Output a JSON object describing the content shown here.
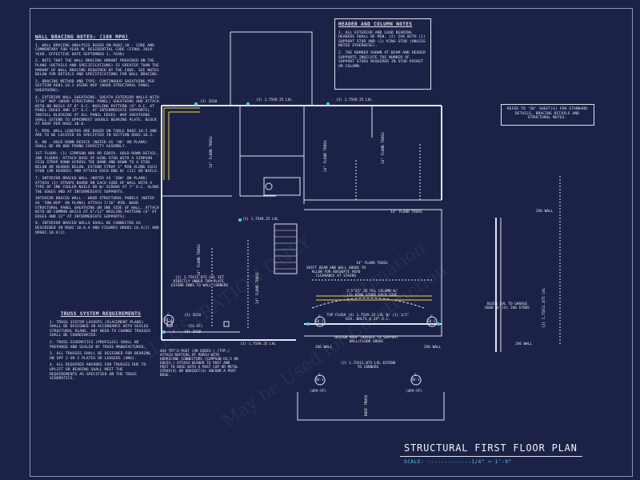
{
  "wall_bracing": {
    "title": "WALL BRACING NOTES: (180 MPH)",
    "notes": [
      "1. WALL BRACING ANALYSIS BASED ON R602.10 - CODE AND COMMENTARY FOR YEAR NC RESIDENTIAL CODE (FINAL 2018-YEAR. EFFECTIVE DATE SEPTEMBER 1, YEAR)",
      "2. NOTE THAT THE WALL BRACING AMOUNT PROVIDED ON THE PLANS (DETAILS AND SPECIFICATIONS) IS GREATER THAN THE AMOUNT OF WALL BRACING REQUIRED BY THE CODE. SEE NOTES BELOW FOR DETAILS AND SPECIFICATIONS FOR WALL BRACING.",
      "3. BRACING METHOD AND TYPE: CONTINUOUS SHEATHING PER SECTION R602.10.3 USING WSP (WOOD STRUCTURAL PANEL SHEATHING).",
      "4. EXTERIOR WALL SHEATHING: SHEATH EXTERIOR WALLS WITH 7/16\" WSP (WOOD STRUCTURAL PANEL) SHEATHING AND ATTACH WITH 8d NAILS AT 6\" O.C. NAILING PATTERN (6\" O.C. AT PANEL EDGES AND 12\" O.C. AT INTERMEDIATE SUPPORTS). INSTALL BLOCKING AT ALL PANEL EDGES. WSP SHEATHING SHALL EXTEND TO UPPERMOST DOUBLE BEARING PLATE. BLOCK AT ROOF PER R602.10.8.",
      "5. MIN. WALL LENGTHS ARE BASED ON TABLE R602.10.5 AND ARE TO BE LOCATED AS SPECIFIED IN SECTION R602.10.2.",
      "6. HD - HOLD DOWN DEVICE (NOTED AS 'HD' ON PLANS) SHALL BE AN 800 POUND CAPACITY ASSEMBLY.",
      "1ST FLOOR: (1) SIMPSON HDU OR EQUIV. HOLD-DOWN DETAIL, 2ND FLOORS: ATTACH BASE OF KING STUD WITH A SIMPSON CS16 STRAP DOWN ACROSS THE BAND AND DOWN TO A STUD BELOW OR HEADER BELOW. EXTEND STRAP 1\" MIN ALONG EACH STUD (OR HEADER) AND ATTACH EACH END W/ (11) 8d NAILS.",
      "7. INTERIOR BRACED WALL (NOTED AS 'IBW' ON PLANS) ATTACH (2) STRAPS BOARD ON EACH SIDE OF WALL WITH A TYPE OF INK COOLER NAILS OR W/ SCREWS AT 7\" O.C. ALONG THE EDGES AND AT INTERMEDIATE SUPPORTS.",
      "INTERIOR BRACED WALL - WOOD STRUCTURAL PANELS (NOTED AS 'IBW-WSP' ON PLANS) ATTACH 7/16\" MIN. WOOD STRUCTURAL PANEL SHEATHING ON ONE SIDE OF WALL. ATTACH WITH 8d COMMON NAILS AT 6\"/12\" NAILING PATTERN (6\" AT EDGES AND 12\" AT INTERMEDIATE SUPPORTS).",
      "8. INTERIOR BRACED WALLS SHALL BE CONNECTED AS DESCRIBED IN R602.10.8.4 AND FIGURES OR602.10.4(1) AND OR602.10.4(2)."
    ]
  },
  "header_column": {
    "title": "HEADER AND COLUMN NOTES",
    "notes": [
      "1. ALL EXTERIOR AND LOAD BEARING HEADERS SHALL BE MIN. (2) 2x6 WITH (1) SUPPORT STUD AND (1) KING STUD (UNLESS NOTED OTHERWISE).",
      "2. THE NUMBER SHOWN AT BEAM AND HEADER SUPPORTS INDICATE THE NUMBER OF SUPPORT STUDS REQUIRED IN STUD POCKET OR COLUMN."
    ]
  },
  "refer_note": "REFER TO 'SD' SHEET(S) FOR STANDARD DETAILS, BRACING DETAILS AND STRUCTURAL NOTES.",
  "truss": {
    "title": "TRUSS SYSTEM REQUIREMENTS",
    "notes": [
      "1. TRUSS SYSTEM LAYOUTS (PLACEMENT PLANS) SHALL BE DESIGNED IN ACCORDANCE WITH SEALED STRUCTURAL PLANS. ANY NEED TO CHANGE TRUSSES SHALL BE COORDINATED.",
      "2. TRUSS SCHEMATICS (PROFILES) SHALL BE PREPARED AND SEALED BY TRUSS MANUFACTURER.",
      "3. ALL TRUSSES SHALL BE DESIGNED FOR BEARING ON SPF 2 OR 2 PLATES OR LEDGERS (UNO).",
      "4. ALL REQUIRED ANCHORS FOR TRUSSES DUE TO UPLIFT OR BEARING SHALL MEET THE REQUIREMENTS AS SPECIFIED ON THE TRUSS SCHEMATICS."
    ]
  },
  "plan_labels": {
    "lvl_top_left": "(2) 1.75x9.25 LVL",
    "lvl_top_right": "(2) 1.75x9.25 LVL",
    "two_2x10": "(2) 2x10",
    "floor_truss_1": "14\" FLOOR TRUSS",
    "floor_truss_2": "14\" FLOOR TRUSS",
    "floor_truss_3": "14\" FLOOR TRUSS",
    "floor_truss_4": "14\" FLOOR TRUSS",
    "floor_truss_5": "14\" FLOOR TRUSS",
    "floor_truss_right": "14\" FLOOR TRUSS",
    "floor_truss_mid": "14\" FLOOR TRUSS",
    "lvl_mid": "(2) 1.75x9.25 LVL",
    "lvl_left_note": "(2) 1.75x11.875 LVL SET DIRECTLY UNDER TOP PLATE. EXTEND ENDS TO WALL CORNERS",
    "shift_beam": "SHIFT BEAM AND WALL ABOVE TO ALLOW FOR ADEQUATE HEAD CLEARANCE AT STAIRS",
    "two_2x10_b": "(2) 2x10",
    "cs_ff": "(CS-FF)",
    "two_2x10_c": "(2) 2x10",
    "lvl_bottom_left": "(2) 1.75x9.25 LVL",
    "column": "3.5\"x3\" DE PSL COLUMN W/ (1) KING STUDS EACH SIDE",
    "top_flush": "TOP FLUSH (4) 1.75x9.25 LVL W/ (1) 1/2\" DIA. BOLTS @ 24\" O.C.",
    "lvl_bottom_right": "(2) 1.75x11.875 LVL EXTEND TO CORNERS",
    "design_roof": "DESIGN ROOF TRUSSES TO SUPPORT WALL/FLOOR ABOVE",
    "post_note": "4x4 TRT'D POST (OR EQUIV.) (TYP.) ATTACH RAFTERS AT PORCH WITH HURRICANE CONNECTORS (SIMPSON H2.5 OR EQUIV.) ATTACH HEADER TO POST AND POST TO BASE WITH A POST CAP OR METAL STRAP(S) OR BRACKET(S) ANCHOR A POST BASE.",
    "two_2x6_wall_a": "2x6 WALL",
    "two_2x6_wall_b": "2x6 WALL",
    "roof_truss": "ROOF TRUSS",
    "sd_a": "SD-1",
    "sd_b": "SD-1",
    "sd_c": "SD-1",
    "sd_d": "SD-1",
    "sd_e": "SD-1",
    "ref_a": "C",
    "ref_b": "C",
    "ref_c": "C",
    "ref_d": "C",
    "ref_e": "C",
    "ref_f": "C",
    "apa_a": "(4PA-FF)",
    "apa_b": "(4PA-FF)"
  },
  "detail": {
    "wall_top": "2x6 WALL",
    "wall_bottom": "2x6 WALL",
    "block_note": "BLOCK LVL TO GARAGE DOOR W/ (4) 2x6 STUDS",
    "lvl_right": "(2) 1.75x11.875 LVL"
  },
  "title": {
    "main": "STRUCTURAL FIRST FLOOR PLAN",
    "scale": "SCALE: -------------1/4\" = 1'-0\""
  },
  "watermarks": [
    "ILLUSTRATION ONLY",
    "May be Used for Construction",
    "Estimation"
  ],
  "colors": {
    "background": "#1c2247",
    "line": "#dfe4ef",
    "accent": "#4fd0ef",
    "highlight": "#c9b640"
  }
}
